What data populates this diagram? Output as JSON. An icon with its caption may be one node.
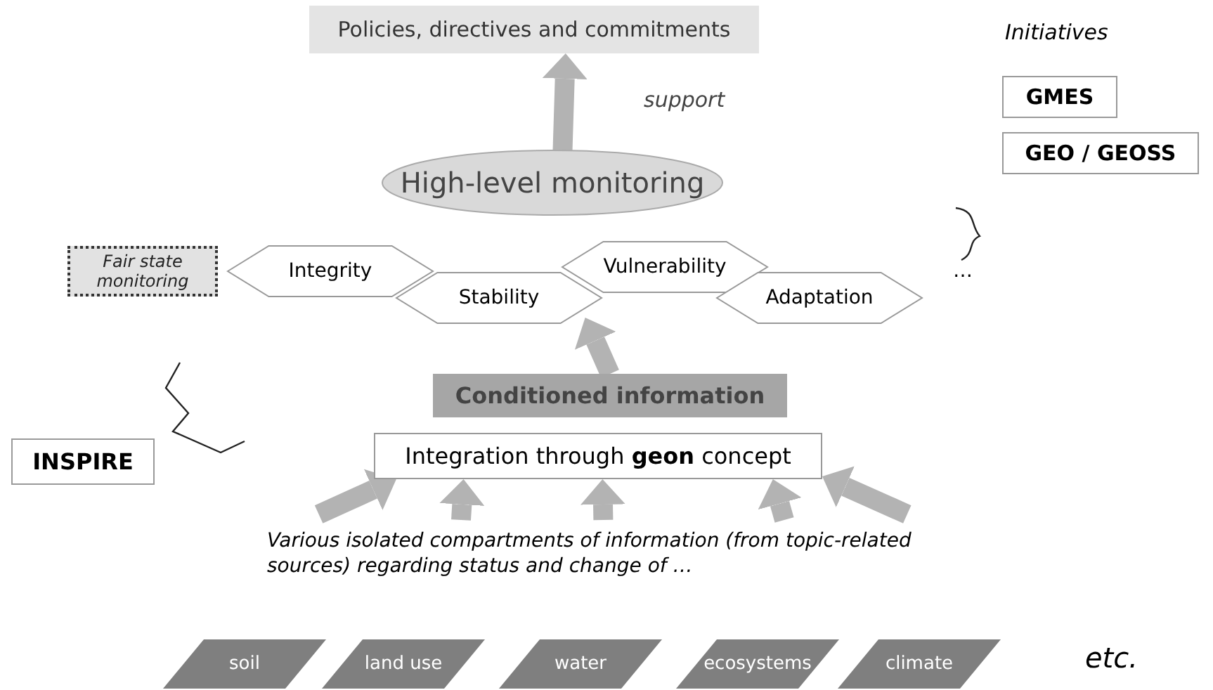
{
  "diagram": {
    "nodes": [
      {
        "text": [
          "Policies, directives and commitments"
        ]
      },
      {
        "text": [
          "High-level monitoring"
        ]
      },
      {
        "text": [
          "Fair state monitoring"
        ]
      },
      {
        "text": [
          "Integrity"
        ]
      },
      {
        "text": [
          "Stability"
        ]
      },
      {
        "text": [
          "Vulnerability"
        ]
      },
      {
        "text": [
          "Adaptation"
        ]
      },
      {
        "text": [
          "Conditioned information"
        ]
      },
      {
        "text": [
          "Integration through **geon** concept"
        ]
      },
      {
        "text": [
          "Various isolated compartments of information (from topic-related sources) regarding status and change of …"
        ]
      },
      {
        "text": [
          "soil"
        ]
      },
      {
        "text": [
          "land use"
        ]
      },
      {
        "text": [
          "water"
        ]
      },
      {
        "text": [
          "ecosystems"
        ]
      },
      {
        "text": [
          "climate"
        ]
      },
      {
        "text": [
          "GMES"
        ]
      },
      {
        "text": [
          "GEO / GEOSS"
        ]
      },
      {
        "text": [
          "INSPIRE"
        ]
      }
    ],
    "edges": [
      {
        "from": 1,
        "to": 0,
        "arrow": "to"
      },
      {
        "from": 7,
        "to": 4,
        "arrow": "to"
      },
      {
        "from": 9,
        "to": 8,
        "arrow": "to"
      },
      {
        "from": 9,
        "to": 8,
        "arrow": "to"
      },
      {
        "from": 9,
        "to": 8,
        "arrow": "to"
      },
      {
        "from": 9,
        "to": 8,
        "arrow": "to"
      },
      {
        "from": 9,
        "to": 8,
        "arrow": "to"
      }
    ],
    "labels": [
      "Initiatives",
      "support",
      "…",
      "etc."
    ]
  }
}
